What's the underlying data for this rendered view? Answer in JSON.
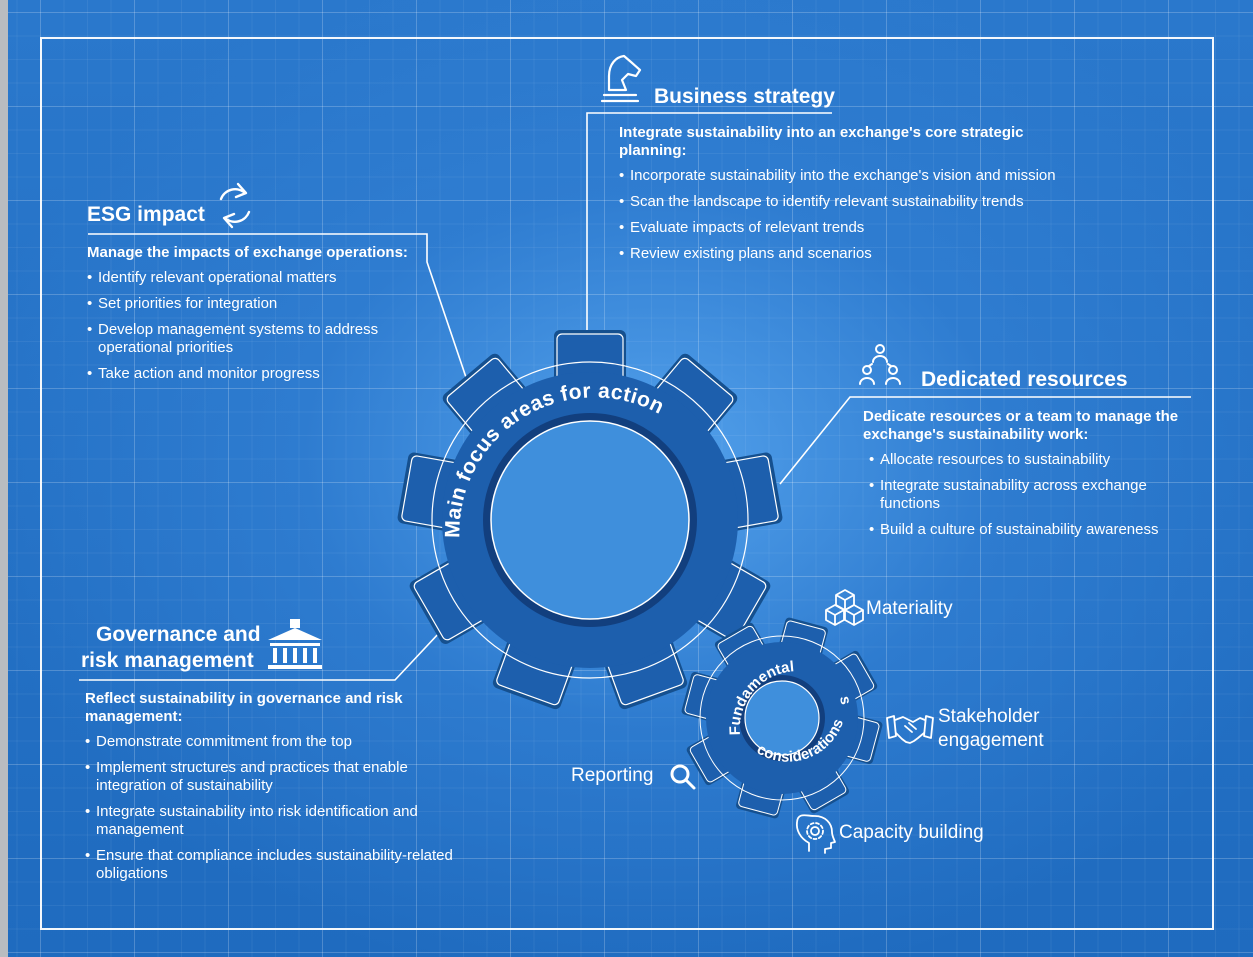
{
  "center": {
    "main_gear_label": "Main focus areas for action",
    "small_gear_label_top": "Fundamental",
    "small_gear_label_right": "s",
    "small_gear_label_bottom": "considerations"
  },
  "business_strategy": {
    "heading": "Business strategy",
    "intro": "Integrate sustainability into an exchange's core strategic planning:",
    "items": [
      "Incorporate sustainability into the exchange's vision and mission",
      "Scan the landscape to identify relevant sustainability trends",
      "Evaluate impacts of relevant trends",
      "Review existing plans and scenarios"
    ]
  },
  "esg_impact": {
    "heading": "ESG impact",
    "intro": "Manage the impacts of exchange operations:",
    "items": [
      "Identify relevant operational matters",
      "Set priorities for integration",
      "Develop management systems to address operational priorities",
      "Take action and monitor progress"
    ]
  },
  "dedicated_resources": {
    "heading": "Dedicated resources",
    "intro": "Dedicate resources or a team to manage the exchange's sustainability work:",
    "items": [
      "Allocate resources to sustainability",
      "Integrate sustainability across exchange functions",
      "Build a culture of sustainability awareness"
    ]
  },
  "governance": {
    "heading_line1": "Governance and",
    "heading_line2": "risk management",
    "intro": "Reflect sustainability in governance and risk management:",
    "items": [
      "Demonstrate commitment from the top",
      "Implement structures and practices that enable integration of sustainability",
      "Integrate sustainability into risk identification and management",
      "Ensure that compliance includes sustainability-related obligations"
    ]
  },
  "fundamentals": {
    "materiality": "Materiality",
    "stakeholder_line1": "Stakeholder",
    "stakeholder_line2": "engagement",
    "reporting": "Reporting",
    "capacity": "Capacity building"
  },
  "icons": {
    "business_strategy": "chess-knight-icon",
    "esg_impact": "refresh-arrows-icon",
    "dedicated_resources": "team-people-icon",
    "governance": "institution-building-icon",
    "materiality": "stacked-cubes-icon",
    "stakeholder": "handshake-icon",
    "reporting": "magnifier-icon",
    "capacity": "head-gear-icon"
  },
  "colors": {
    "background": "#2a78cc",
    "gear_fill": "#1d5fad",
    "gear_edge": "#123f7e",
    "line": "#ffffff"
  }
}
